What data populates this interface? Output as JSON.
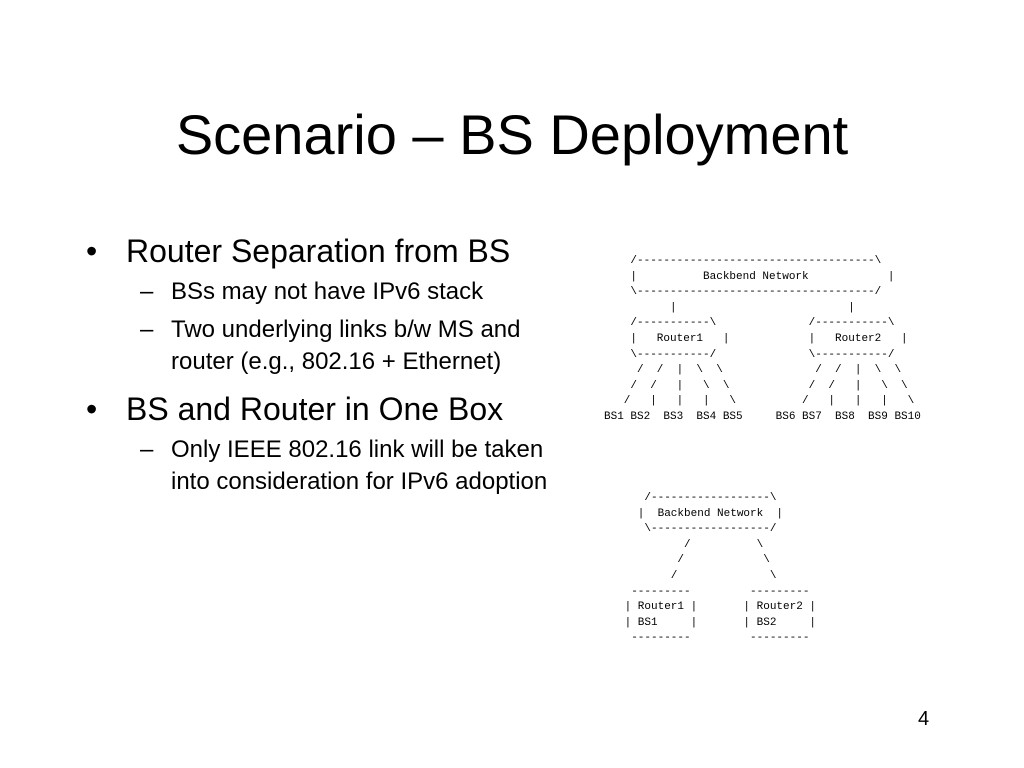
{
  "slide": {
    "title": "Scenario – BS Deployment",
    "page_number": "4",
    "bullet_symbol": "•",
    "sub_bullet_symbol": "–",
    "bullets": [
      {
        "text": "Router Separation from BS",
        "sub": [
          "BSs may not have IPv6 stack",
          "Two underlying links b/w MS and router (e.g., 802.16 + Ethernet)"
        ]
      },
      {
        "text": "BS and Router in One Box",
        "sub": [
          "Only IEEE 802.16 link will be taken into consideration for IPv6 adoption"
        ]
      }
    ],
    "diagram1": "    /------------------------------------\\\n    |          Backbend Network            |\n    \\------------------------------------/\n          |                          |\n    /-----------\\              /-----------\\\n    |   Router1   |            |   Router2   |\n    \\-----------/              \\-----------/\n     /  /  |  \\  \\              /  /  |  \\  \\\n    /  /   |   \\  \\            /  /   |   \\  \\\n   /   |   |   |   \\          /   |   |   |   \\\nBS1 BS2  BS3  BS4 BS5     BS6 BS7  BS8  BS9 BS10",
    "diagram2": "    /------------------\\\n   |  Backbend Network  |\n    \\------------------/\n          /          \\\n         /            \\\n        /              \\\n  ---------         ---------\n | Router1 |       | Router2 |\n | BS1     |       | BS2     |\n  ---------         ---------"
  }
}
